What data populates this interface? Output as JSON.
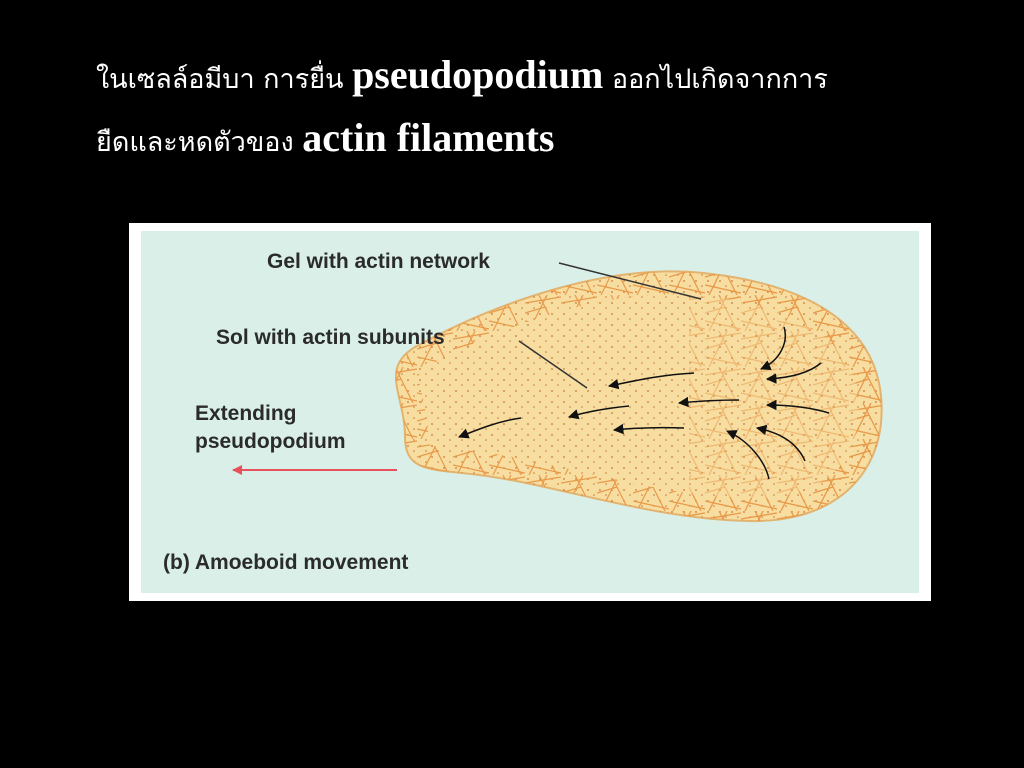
{
  "title": {
    "line1_pre": "ในเซลล์อมีบา การยื่น ",
    "line1_term": "pseudopodium",
    "line1_post": " ออกไปเกิดจากการ",
    "line2_pre": "ยืดและหดตัวของ ",
    "line2_term": "actin filaments"
  },
  "figure": {
    "label_gel": "Gel with actin network",
    "label_sol": "Sol with actin subunits",
    "label_extending_1": "Extending",
    "label_extending_2": "pseudopodium",
    "caption": "(b) Amoeboid movement"
  },
  "colors": {
    "slide_background": "#000000",
    "title_text": "#ffffff",
    "figure_panel": "#d9efe7",
    "cell_fill": "#f7dda0",
    "actin_fibers": "#e89a4a",
    "flow_arrows": "#111111",
    "direction_arrow": "#e8505b"
  },
  "icons": {
    "direction_arrow": "red-left-arrow-icon",
    "flow_arrows": "cytoplasm-flow-arrow-icon"
  }
}
